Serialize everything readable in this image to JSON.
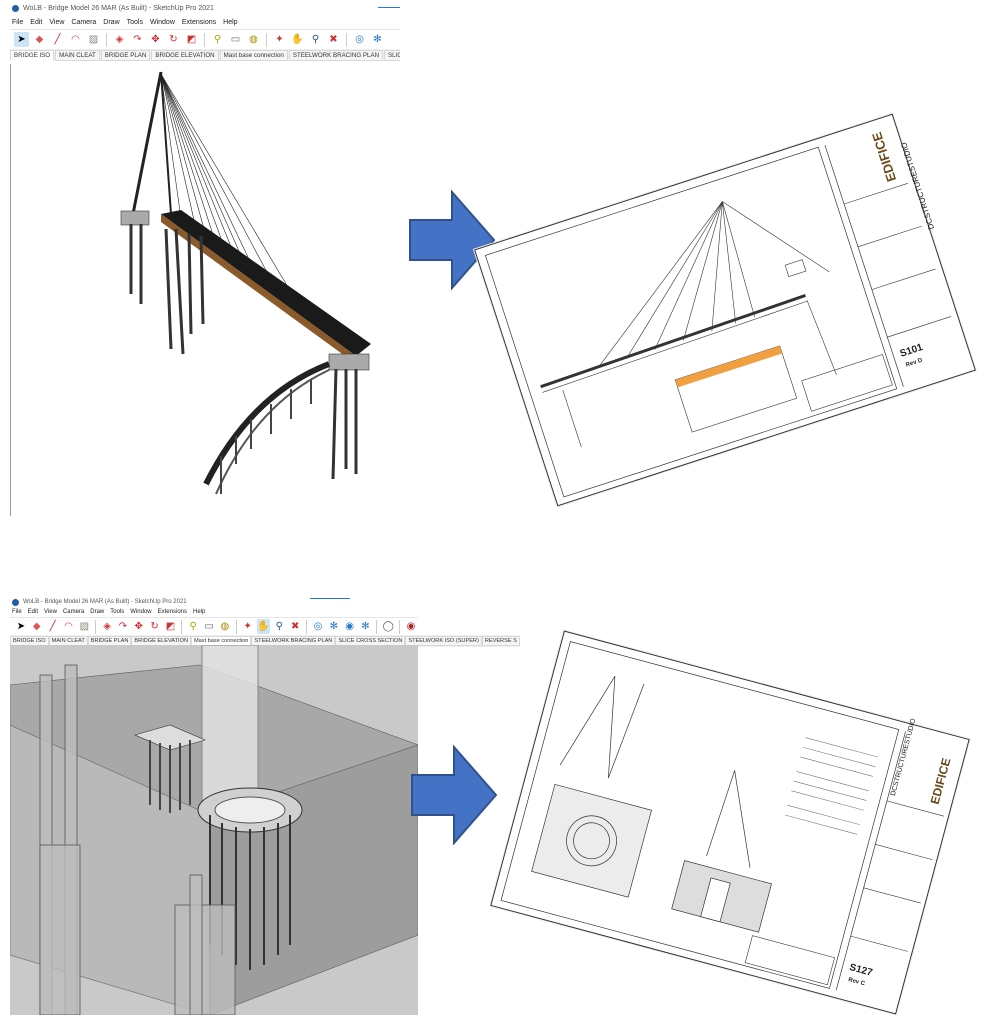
{
  "top_window": {
    "title": "WoLB - Bridge Model 26 MAR (As Built) - SketchUp Pro 2021",
    "menu": [
      "File",
      "Edit",
      "View",
      "Camera",
      "Draw",
      "Tools",
      "Window",
      "Extensions",
      "Help"
    ],
    "tabs": [
      "BRIDGE ISO",
      "MAIN CLEAT",
      "BRIDGE PLAN",
      "BRIDGE ELEVATION",
      "Mast base connection",
      "STEELWORK BRACING PLAN",
      "SLICE CROSS SECTION"
    ],
    "active_tab": "BRIDGE ISO"
  },
  "bottom_window": {
    "title": "WoLB - Bridge Model 26 MAR (As Built) - SketchUp Pro 2021",
    "menu": [
      "File",
      "Edit",
      "View",
      "Camera",
      "Draw",
      "Tools",
      "Window",
      "Extensions",
      "Help"
    ],
    "tabs": [
      "BRIDGE ISO",
      "MAIN CLEAT",
      "BRIDGE PLAN",
      "BRIDGE ELEVATION",
      "Mast base connection",
      "STEELWORK BRACING PLAN",
      "SLICE CROSS SECTION",
      "STEELWORK ISO (SUPER)",
      "REVERSE S"
    ],
    "active_tab": "Mast base connection"
  },
  "toolbar_icons": [
    "select-icon",
    "eraser-icon",
    "pencil-icon",
    "arc-icon",
    "rectangle-icon",
    "push-pull-icon",
    "follow-me-icon",
    "move-icon",
    "rotate-icon",
    "scale-icon",
    "tape-measure-icon",
    "text-icon",
    "paint-bucket-icon",
    "orbit-icon",
    "pan-icon",
    "zoom-icon",
    "zoom-extents-icon",
    "warehouse-icon",
    "extension-icon"
  ],
  "arrow_color": "#4472c4",
  "drawing_top": {
    "company": "EDIFICE",
    "studio": "DCSTRUCTURESTUDIO",
    "sheet": "S101",
    "rev": "Rev D"
  },
  "drawing_bottom": {
    "company": "EDIFICE",
    "studio": "DCSTRUCTURESTUDIO",
    "sheet": "S127",
    "rev": "Rev C"
  }
}
